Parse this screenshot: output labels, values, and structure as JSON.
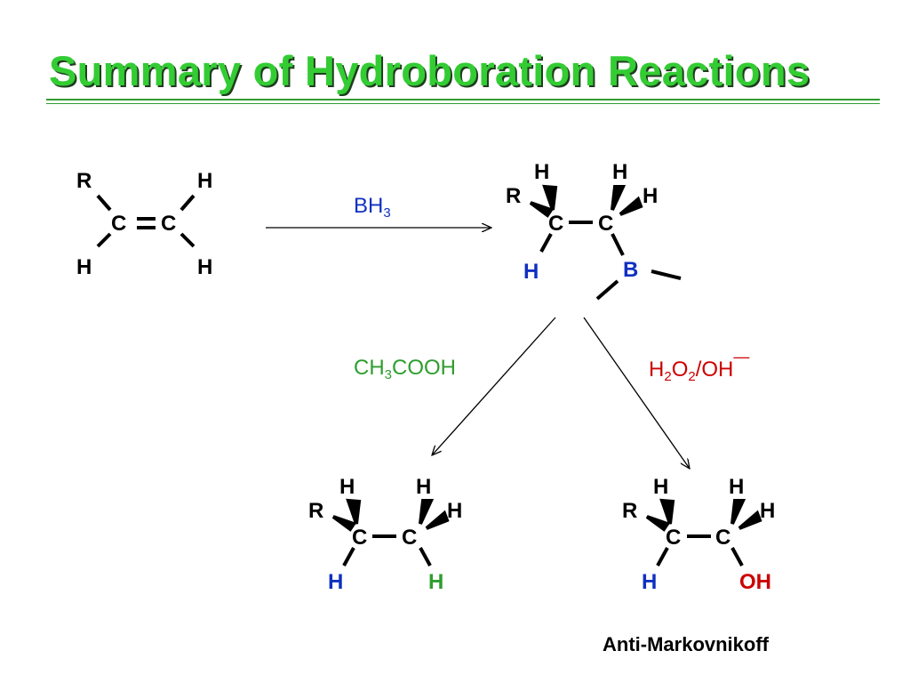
{
  "title": "Summary of Hydroboration Reactions",
  "atoms": {
    "R": "R",
    "H": "H",
    "C": "C",
    "B": "B",
    "OH": "OH"
  },
  "reagents": {
    "bh3": {
      "base": "BH",
      "sub": "3"
    },
    "acid": {
      "a": "CH",
      "sub": "3",
      "b": "COOH"
    },
    "oxid": {
      "a": "H",
      "sub1": "2",
      "b": "O",
      "sub2": "2",
      "c": "/OH",
      "sup": "—"
    }
  },
  "footer": "Anti-Markovnikoff",
  "colors": {
    "title": "#33cc33",
    "blue": "#1030c0",
    "green": "#2e9e2e",
    "red": "#cc0000"
  }
}
